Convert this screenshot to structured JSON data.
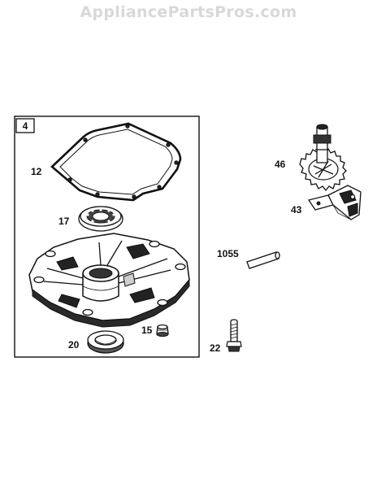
{
  "watermark": "AppliancePartsPros.com",
  "box_label": "4",
  "callouts": {
    "p12": "12",
    "p17": "17",
    "p20": "20",
    "p15": "15",
    "p46": "46",
    "p43": "43",
    "p1055": "1055",
    "p22": "22"
  }
}
